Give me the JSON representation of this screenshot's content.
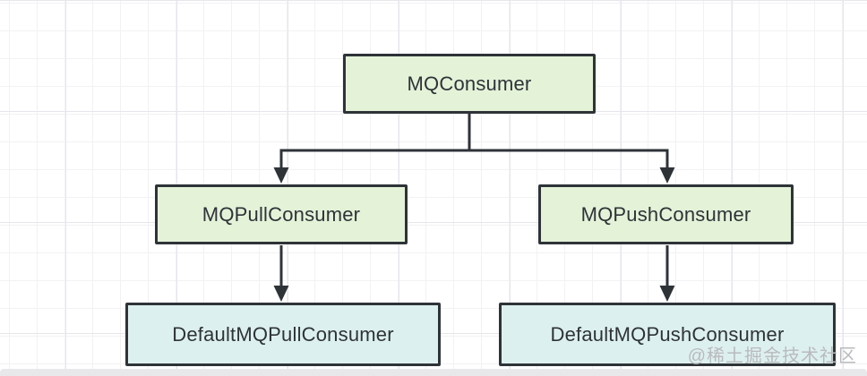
{
  "diagram": {
    "nodes": {
      "mqconsumer": {
        "label": "MQConsumer"
      },
      "mqpullconsumer": {
        "label": "MQPullConsumer"
      },
      "mqpushconsumer": {
        "label": "MQPushConsumer"
      },
      "defaultmqpullconsumer": {
        "label": "DefaultMQPullConsumer"
      },
      "defaultmqpushconsumer": {
        "label": "DefaultMQPushConsumer"
      }
    },
    "edges": [
      {
        "from": "MQConsumer",
        "to": "MQPullConsumer",
        "arrow": "filled-triangle-down"
      },
      {
        "from": "MQConsumer",
        "to": "MQPushConsumer",
        "arrow": "filled-triangle-down"
      },
      {
        "from": "MQPullConsumer",
        "to": "DefaultMQPullConsumer",
        "arrow": "filled-triangle-down"
      },
      {
        "from": "MQPushConsumer",
        "to": "DefaultMQPushConsumer",
        "arrow": "filled-triangle-down"
      }
    ],
    "watermark": "@稀土掘金技术社区",
    "colors": {
      "node_green_fill": "#e4f2d8",
      "node_blue_fill": "#ddf0f0",
      "line": "#2e3338",
      "grid_minor": "#f2f2f5",
      "grid_major": "#e6e6eb",
      "watermark": "#b9babd",
      "band": "#e8e8eb"
    }
  }
}
